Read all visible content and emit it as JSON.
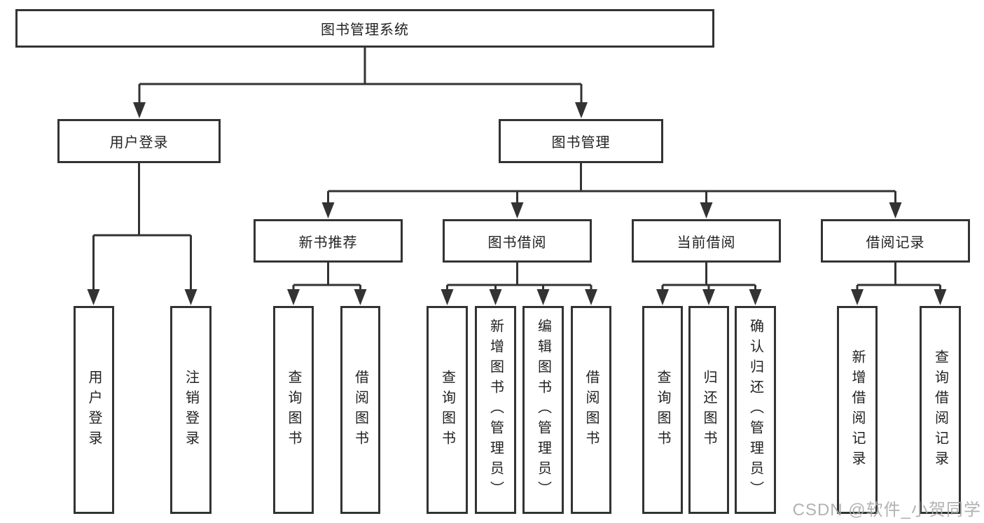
{
  "diagram": {
    "root": {
      "label": "图书管理系统"
    },
    "user_login": {
      "label": "用户登录",
      "children": [
        {
          "label": "用户登录"
        },
        {
          "label": "注销登录"
        }
      ]
    },
    "book_mgmt": {
      "label": "图书管理",
      "sections": [
        {
          "label": "新书推荐",
          "children": [
            {
              "label": "查询图书"
            },
            {
              "label": "借阅图书"
            }
          ]
        },
        {
          "label": "图书借阅",
          "children": [
            {
              "label": "查询图书"
            },
            {
              "label": "新增图书（管理员）"
            },
            {
              "label": "编辑图书（管理员）"
            },
            {
              "label": "借阅图书"
            }
          ]
        },
        {
          "label": "当前借阅",
          "children": [
            {
              "label": "查询图书"
            },
            {
              "label": "归还图书"
            },
            {
              "label": "确认归还（管理员）"
            }
          ]
        },
        {
          "label": "借阅记录",
          "children": [
            {
              "label": "新增借阅记录"
            },
            {
              "label": "查询借阅记录"
            }
          ]
        }
      ]
    }
  },
  "watermark": {
    "text": "CSDN @软件_小贺同学"
  },
  "colors": {
    "line": "#333333",
    "box_border": "#333333",
    "text": "#222222",
    "watermark": "#aaaaaa",
    "background": "#ffffff"
  }
}
